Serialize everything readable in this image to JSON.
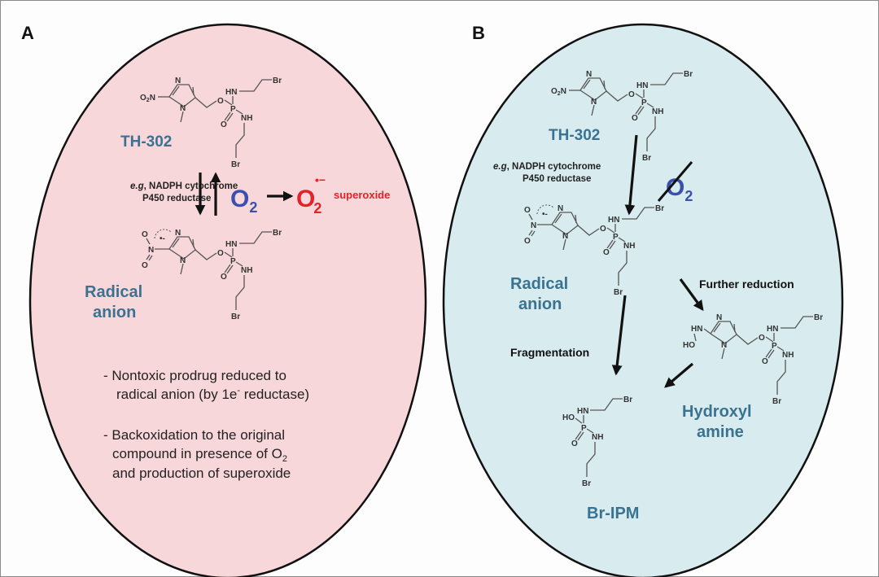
{
  "figure": {
    "panels": [
      {
        "id": "A",
        "label": "A",
        "background": "#f8d7da",
        "compounds": {
          "prodrug": "TH-302",
          "radical_line1": "Radical",
          "radical_line2": "anion"
        },
        "enzyme_line1_italic": "e.g",
        "enzyme_line1_rest": ", NADPH cytochrome",
        "enzyme_line2": "P450 reductase",
        "oxygen": "O",
        "oxygen_sub": "2",
        "superoxide_symbol": "O",
        "superoxide_sub": "2",
        "superoxide_sup": "•−",
        "superoxide_label": "superoxide",
        "notes": [
          {
            "line1": "- Nontoxic prodrug reduced to",
            "line2a": "radical anion (by 1e",
            "line2sup": "-",
            "line2b": " reductase)"
          },
          {
            "line1": "- Backoxidation to the original",
            "line2a": "compound in presence of O",
            "line2sub": "2",
            "line3": "and production of superoxide"
          }
        ]
      },
      {
        "id": "B",
        "label": "B",
        "background": "#d8ecef",
        "compounds": {
          "prodrug": "TH-302",
          "radical_line1": "Radical",
          "radical_line2": "anion",
          "hydroxyl_line1": "Hydroxyl",
          "hydroxyl_line2": "amine",
          "product": "Br-IPM"
        },
        "enzyme_line1_italic": "e.g",
        "enzyme_line1_rest": ", NADPH cytochrome",
        "enzyme_line2": "P450 reductase",
        "oxygen_absent": "O",
        "oxygen_absent_sub": "2",
        "steps": {
          "further_reduction": "Further reduction",
          "fragmentation": "Fragmentation"
        }
      }
    ],
    "atoms": {
      "n": "N",
      "o": "O",
      "p": "P",
      "hn": "HN",
      "nh": "NH",
      "br": "Br",
      "o2n": "O₂N",
      "ho": "HO",
      "radical": "•-"
    },
    "colors": {
      "compound_label": "#3a7391",
      "oxygen": "#3b4fb0",
      "superoxide": "#e2232a",
      "arrow": "#111111"
    }
  }
}
